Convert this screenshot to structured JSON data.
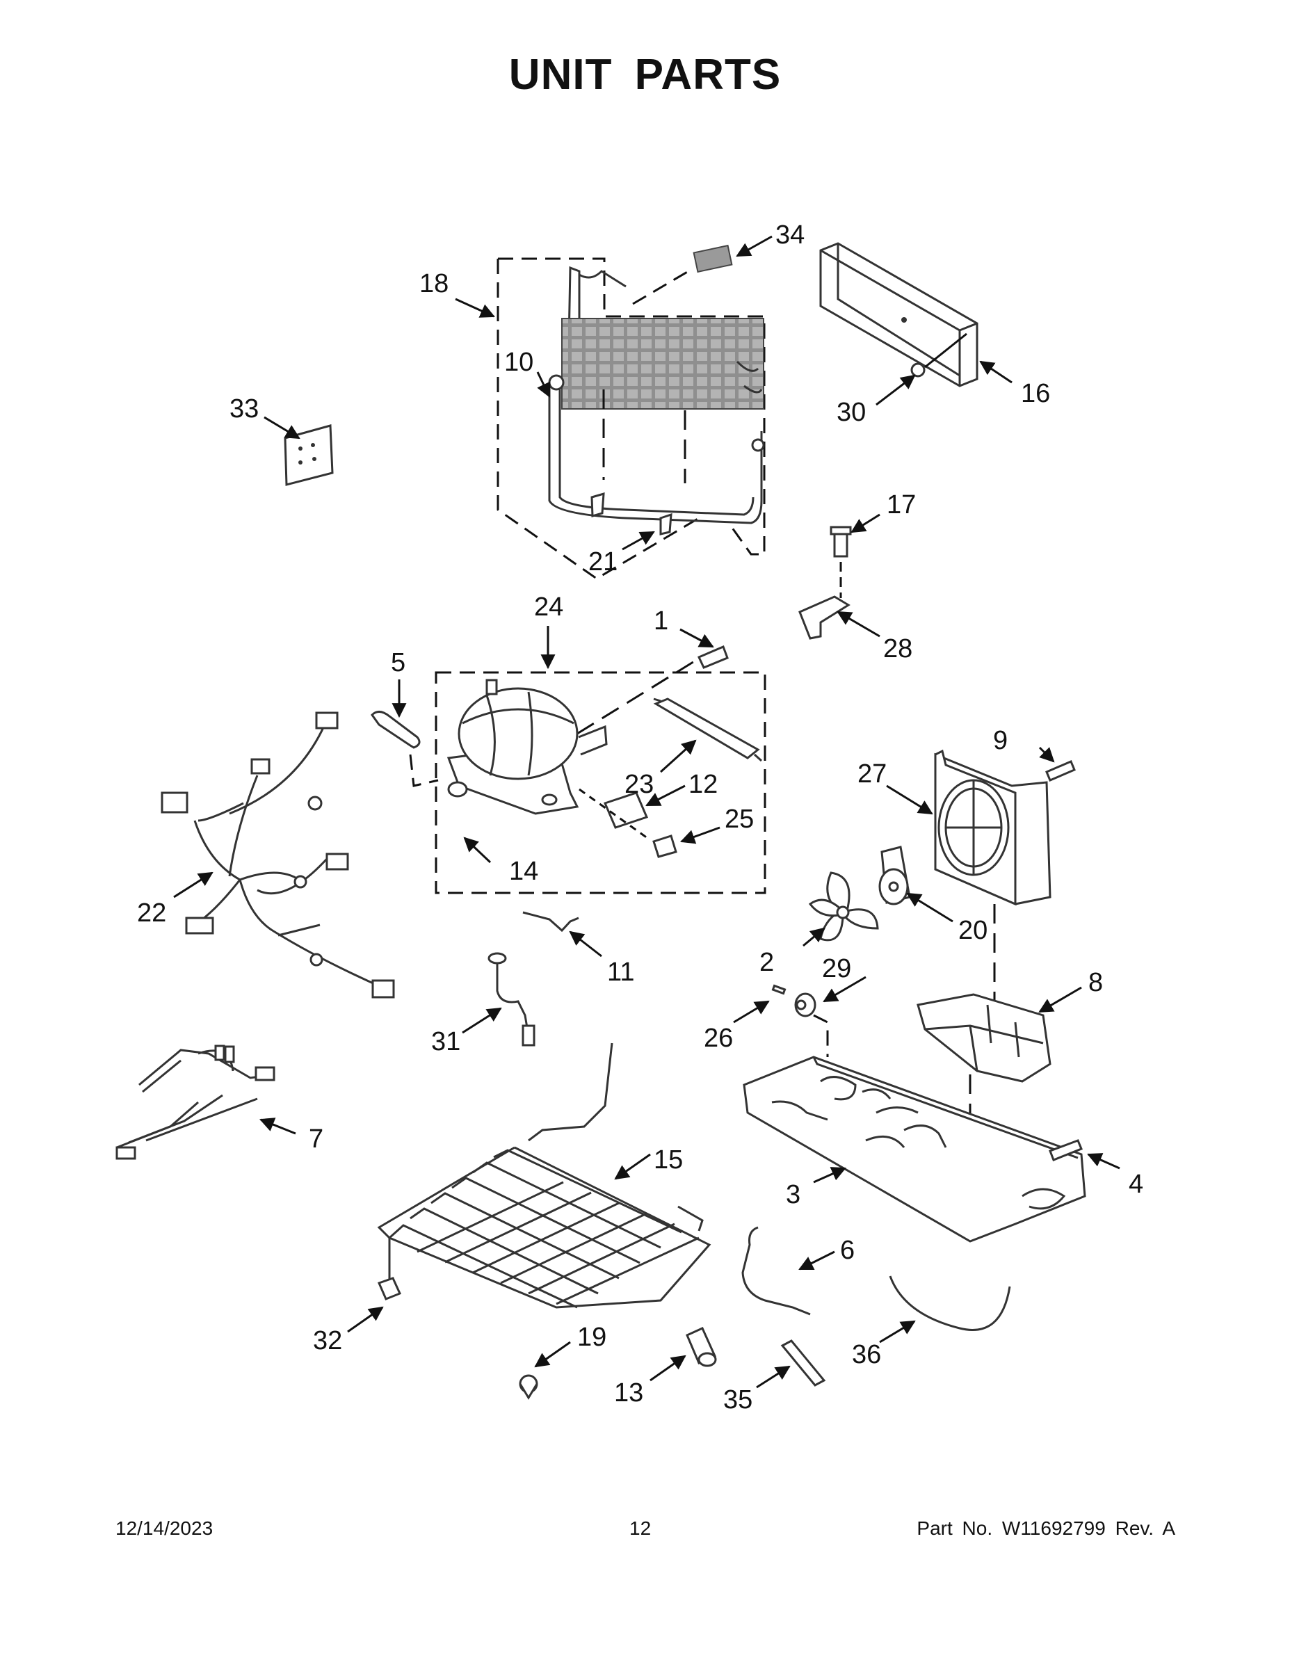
{
  "title": "UNIT PARTS",
  "footer": {
    "date": "12/14/2023",
    "page": "12",
    "part_number": "Part No.  W11692799  Rev.  A"
  },
  "callouts": {
    "c1": "1",
    "c2": "2",
    "c3": "3",
    "c4": "4",
    "c5": "5",
    "c6": "6",
    "c7": "7",
    "c8": "8",
    "c9": "9",
    "c10": "10",
    "c11": "11",
    "c12": "12",
    "c13": "13",
    "c14": "14",
    "c15": "15",
    "c16": "16",
    "c17": "17",
    "c18": "18",
    "c19": "19",
    "c20": "20",
    "c21": "21",
    "c22": "22",
    "c23": "23",
    "c24": "24",
    "c25": "25",
    "c26": "26",
    "c27": "27",
    "c28": "28",
    "c29": "29",
    "c30": "30",
    "c31": "31",
    "c32": "32",
    "c33": "33",
    "c34": "34",
    "c35": "35",
    "c36": "36"
  }
}
